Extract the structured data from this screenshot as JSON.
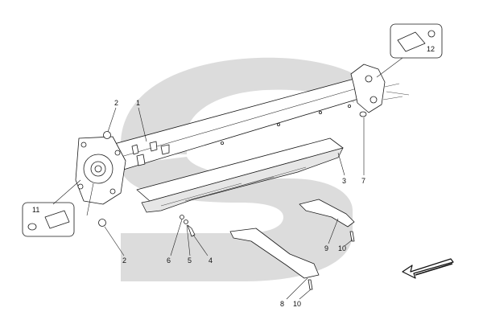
{
  "diagram": {
    "watermark_color": "#d9d9d9",
    "line_color": "#1a1a1a",
    "callouts": [
      {
        "id": "c1",
        "text": "1"
      },
      {
        "id": "c2a",
        "text": "2"
      },
      {
        "id": "c2b",
        "text": "2"
      },
      {
        "id": "c3",
        "text": "3"
      },
      {
        "id": "c4",
        "text": "4"
      },
      {
        "id": "c5",
        "text": "5"
      },
      {
        "id": "c6",
        "text": "6"
      },
      {
        "id": "c7",
        "text": "7"
      },
      {
        "id": "c8",
        "text": "8"
      },
      {
        "id": "c9",
        "text": "9"
      },
      {
        "id": "c10a",
        "text": "10"
      },
      {
        "id": "c10b",
        "text": "10"
      },
      {
        "id": "c11",
        "text": "11"
      },
      {
        "id": "c12",
        "text": "12"
      }
    ],
    "direction_icon": "arrow-down-left-icon"
  }
}
